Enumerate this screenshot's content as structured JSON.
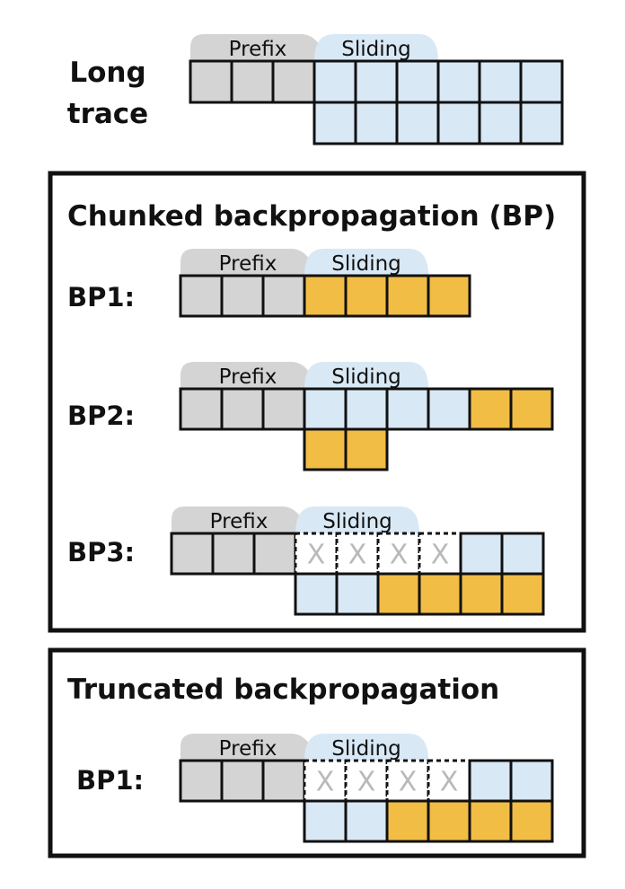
{
  "long_trace": {
    "label_line1": "Long",
    "label_line2": "trace",
    "prefix_tab": "Prefix",
    "sliding_tab": "Sliding",
    "top_row": [
      "gray",
      "gray",
      "gray",
      "blue",
      "blue",
      "blue",
      "blue",
      "blue",
      "blue"
    ],
    "bottom_row": [
      "blue",
      "blue",
      "blue",
      "blue",
      "blue",
      "blue"
    ]
  },
  "chunked": {
    "title": "Chunked backpropagation (BP)",
    "rows": [
      {
        "label": "BP1:",
        "prefix_tab": "Prefix",
        "sliding_tab": "Sliding",
        "top_row": [
          "gray",
          "gray",
          "gray",
          "orange",
          "orange",
          "orange",
          "orange"
        ],
        "bottom_row": []
      },
      {
        "label": "BP2:",
        "prefix_tab": "Prefix",
        "sliding_tab": "Sliding",
        "top_row": [
          "gray",
          "gray",
          "gray",
          "blue",
          "blue",
          "blue",
          "blue",
          "orange",
          "orange"
        ],
        "bottom_row": [
          "orange",
          "orange"
        ]
      },
      {
        "label": "BP3:",
        "prefix_tab": "Prefix",
        "sliding_tab": "Sliding",
        "top_row": [
          "gray",
          "gray",
          "gray",
          "x",
          "x",
          "x",
          "x",
          "blue",
          "blue"
        ],
        "bottom_row": [
          "blue",
          "blue",
          "orange",
          "orange",
          "orange",
          "orange"
        ]
      }
    ]
  },
  "truncated": {
    "title": "Truncated backpropagation",
    "rows": [
      {
        "label": "BP1:",
        "prefix_tab": "Prefix",
        "sliding_tab": "Sliding",
        "top_row": [
          "gray",
          "gray",
          "gray",
          "x",
          "x",
          "x",
          "x",
          "blue",
          "blue"
        ],
        "bottom_row": [
          "blue",
          "blue",
          "orange",
          "orange",
          "orange",
          "orange"
        ]
      }
    ]
  },
  "masked_cell_mark": "X",
  "colors": {
    "prefix_gray": "#d4d4d4",
    "sliding_blue": "#d8e8f5",
    "grad_orange": "#f2bd45",
    "outline": "#111111",
    "masked_x": "#b9b9b9"
  }
}
